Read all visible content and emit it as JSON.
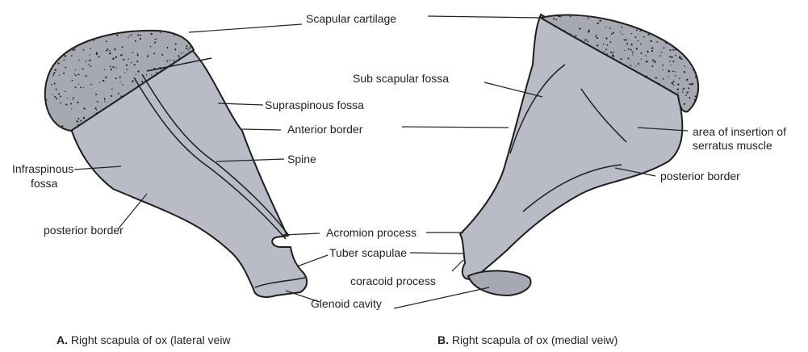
{
  "colors": {
    "bone_fill": "#b9bcc6",
    "cartilage_fill": "#a6a9b1",
    "outline": "#1d1d1d",
    "leader": "#222222",
    "background": "#ffffff"
  },
  "labels": {
    "scapular_cartilage": "Scapular cartilage",
    "supraspinous_fossa": "Supraspinous fossa",
    "anterior_border": "Anterior border",
    "spine": "Spine",
    "infraspinous_fossa_1": "Infraspinous",
    "infraspinous_fossa_2": "fossa",
    "posterior_border_a": "posterior border",
    "acromion_process": "Acromion process",
    "tuber_scapulae": "Tuber scapulae",
    "coracoid_process": "coracoid process",
    "glenoid_cavity": "Glenoid cavity",
    "sub_scapular_fossa": "Sub scapular fossa",
    "serratus_1": "area of insertion of",
    "serratus_2": "serratus muscle",
    "posterior_border_b": "posterior border"
  },
  "captions": {
    "a_letter": "A.",
    "a_text": " Right scapula of ox (lateral veiw",
    "b_letter": "B.",
    "b_text": " Right scapula of ox (medial veiw)"
  }
}
